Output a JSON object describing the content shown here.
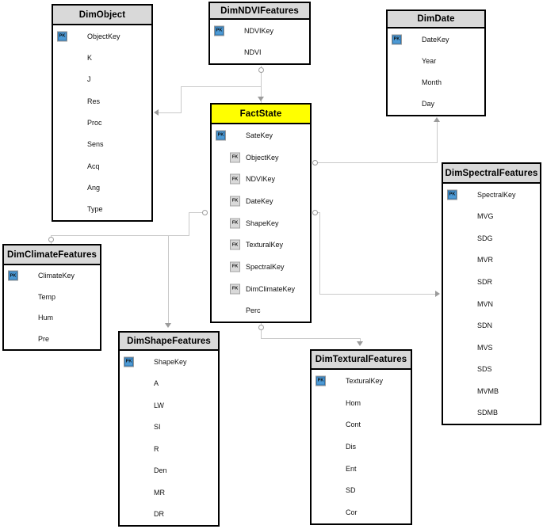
{
  "badges": {
    "pk": "PK",
    "fk": "FK"
  },
  "colors": {
    "fact_header": "#ffff00",
    "dim_header": "#d9d9d9",
    "pk_badge": "#4d9ad5",
    "fk_badge": "#d9d9d9",
    "connector": "#c9c9c9",
    "table_border": "#000000"
  },
  "tables": {
    "dimobject": {
      "title": "DimObject",
      "fields": [
        {
          "label": "ObjectKey",
          "badge": "PK"
        },
        {
          "label": "K",
          "badge": ""
        },
        {
          "label": "J",
          "badge": ""
        },
        {
          "label": "Res",
          "badge": ""
        },
        {
          "label": "Proc",
          "badge": ""
        },
        {
          "label": "Sens",
          "badge": ""
        },
        {
          "label": "Acq",
          "badge": ""
        },
        {
          "label": "Ang",
          "badge": ""
        },
        {
          "label": "Type",
          "badge": ""
        }
      ]
    },
    "dimndvi": {
      "title": "DimNDVIFeatures",
      "fields": [
        {
          "label": "NDVIKey",
          "badge": "PK"
        },
        {
          "label": "NDVI",
          "badge": ""
        }
      ]
    },
    "dimdate": {
      "title": "DimDate",
      "fields": [
        {
          "label": "DateKey",
          "badge": "PK"
        },
        {
          "label": "Year",
          "badge": ""
        },
        {
          "label": "Month",
          "badge": ""
        },
        {
          "label": "Day",
          "badge": ""
        }
      ]
    },
    "factstate": {
      "title": "FactState",
      "header_color": "#ffff00",
      "fields": [
        {
          "label": "SateKey",
          "badge": "PK"
        },
        {
          "label": "ObjectKey",
          "badge": "FK"
        },
        {
          "label": "NDVIKey",
          "badge": "FK"
        },
        {
          "label": "DateKey",
          "badge": "FK"
        },
        {
          "label": "ShapeKey",
          "badge": "FK"
        },
        {
          "label": "TexturalKey",
          "badge": "FK"
        },
        {
          "label": "SpectralKey",
          "badge": "FK"
        },
        {
          "label": "DimClimateKey",
          "badge": "FK"
        },
        {
          "label": "Perc",
          "badge": ""
        }
      ]
    },
    "dimspectral": {
      "title": "DimSpectralFeatures",
      "fields": [
        {
          "label": "SpectralKey",
          "badge": "PK"
        },
        {
          "label": "MVG",
          "badge": ""
        },
        {
          "label": "SDG",
          "badge": ""
        },
        {
          "label": "MVR",
          "badge": ""
        },
        {
          "label": "SDR",
          "badge": ""
        },
        {
          "label": "MVN",
          "badge": ""
        },
        {
          "label": "SDN",
          "badge": ""
        },
        {
          "label": "MVS",
          "badge": ""
        },
        {
          "label": "SDS",
          "badge": ""
        },
        {
          "label": "MVMB",
          "badge": ""
        },
        {
          "label": "SDMB",
          "badge": ""
        }
      ]
    },
    "dimclimate": {
      "title": "DimClimateFeatures",
      "fields": [
        {
          "label": "ClimateKey",
          "badge": "PK"
        },
        {
          "label": "Temp",
          "badge": ""
        },
        {
          "label": "Hum",
          "badge": ""
        },
        {
          "label": "Pre",
          "badge": ""
        }
      ]
    },
    "dimshape": {
      "title": "DimShapeFeatures",
      "fields": [
        {
          "label": "ShapeKey",
          "badge": "PK"
        },
        {
          "label": "A",
          "badge": ""
        },
        {
          "label": "LW",
          "badge": ""
        },
        {
          "label": "SI",
          "badge": ""
        },
        {
          "label": "R",
          "badge": ""
        },
        {
          "label": "Den",
          "badge": ""
        },
        {
          "label": "MR",
          "badge": ""
        },
        {
          "label": "DR",
          "badge": ""
        }
      ]
    },
    "dimtextural": {
      "title": "DimTexturalFeatures",
      "fields": [
        {
          "label": "TexturalKey",
          "badge": "PK"
        },
        {
          "label": "Hom",
          "badge": ""
        },
        {
          "label": "Cont",
          "badge": ""
        },
        {
          "label": "Dis",
          "badge": ""
        },
        {
          "label": "Ent",
          "badge": ""
        },
        {
          "label": "SD",
          "badge": ""
        },
        {
          "label": "Cor",
          "badge": ""
        }
      ]
    }
  }
}
